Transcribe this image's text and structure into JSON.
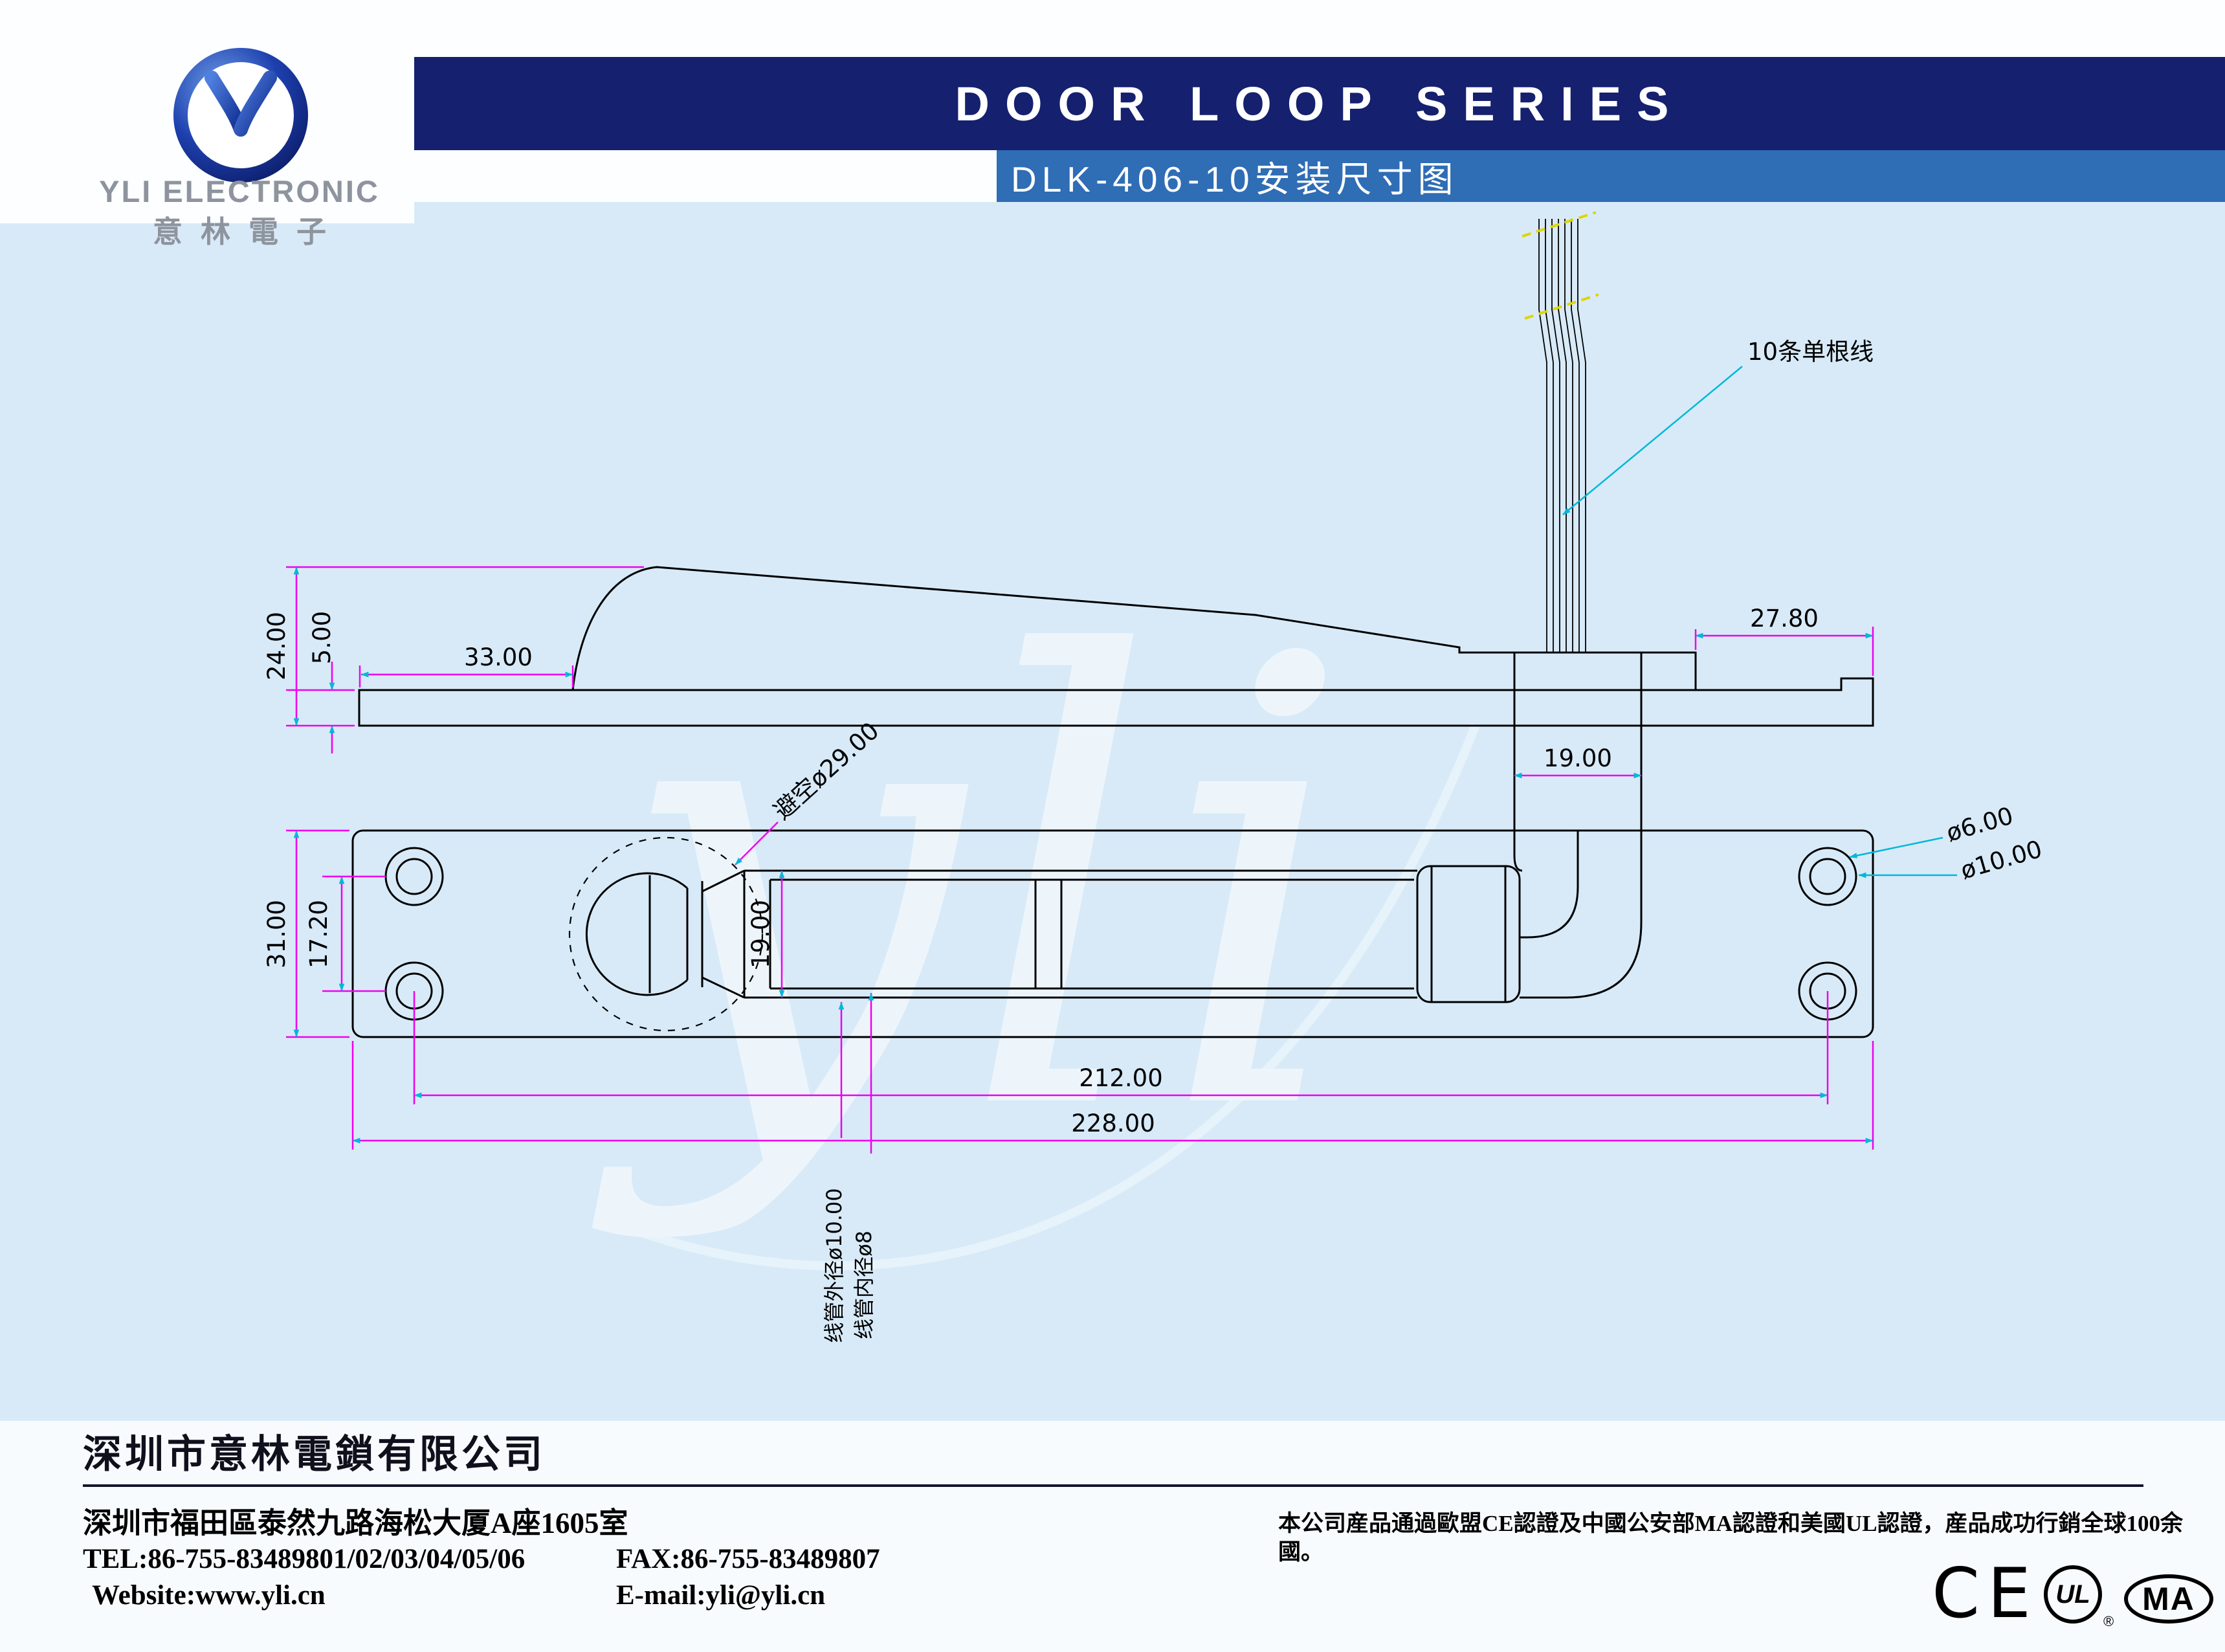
{
  "header": {
    "logo_title": "YLI ELECTRONIC",
    "logo_subtitle": "意林電子",
    "series_title": "DOOR LOOP SERIES",
    "model_title": "DLK-406-10安装尺寸图"
  },
  "watermark": "yli",
  "drawing": {
    "dims": {
      "d24": "24.00",
      "d5": "5.00",
      "d33": "33.00",
      "d27_8": "27.80",
      "d19_conduit": "19.00",
      "wires_label": "10条单根线",
      "d31": "31.00",
      "d17_2": "17.20",
      "d19_slot": "19.00",
      "clearance": "避空ø29.00",
      "d6": "ø6.00",
      "d10": "ø10.00",
      "d212": "212.00",
      "d228": "228.00",
      "tube_outer": "线管外径ø10.00",
      "tube_inner": "线管内径ø8"
    }
  },
  "footer": {
    "company": "深圳市意林電鎖有限公司",
    "address": "深圳市福田區泰然九路海松大厦A座1605室",
    "tel": "TEL:86-755-83489801/02/03/04/05/06",
    "fax": "FAX:86-755-83489807",
    "website": "Website:www.yli.cn",
    "email": "E-mail:yli@yli.cn",
    "cert_note": "本公司産品通過歐盟CE認證及中國公安部MA認證和美國UL認證，産品成功行銷全球100余國。",
    "marks": {
      "ce": "CE",
      "ul": "UL",
      "ul_r": "®",
      "ma": "MA"
    }
  },
  "colors": {
    "background": "#d8eaf8",
    "banner_navy": "#15206e",
    "banner_blue": "#2f6db5",
    "dim_magenta": "#ee00ee",
    "arrow_cyan": "#00b8d8",
    "break_yellow": "#ddd600"
  }
}
